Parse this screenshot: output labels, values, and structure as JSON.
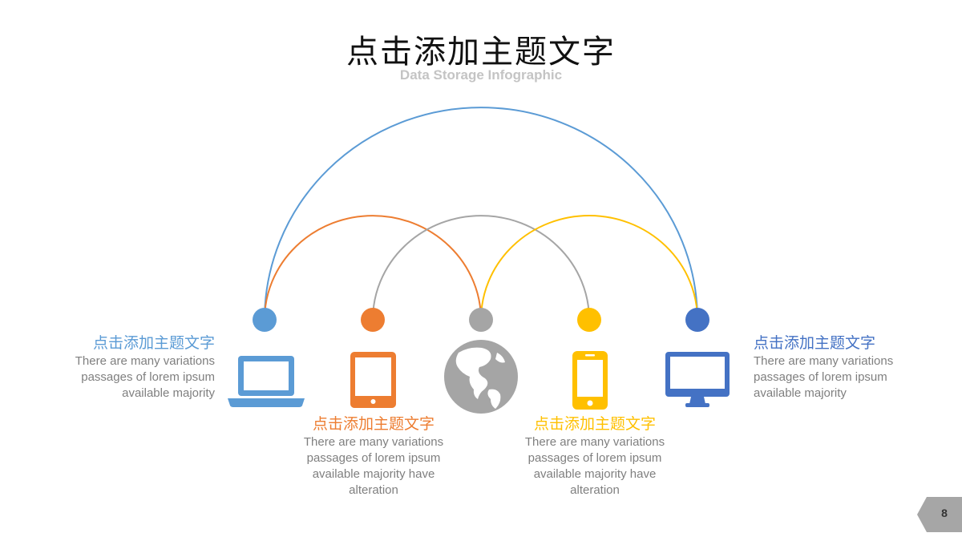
{
  "header": {
    "title": "点击添加主题文字",
    "subtitle": "Data Storage Infographic"
  },
  "colors": {
    "blue_light": "#5b9bd5",
    "orange": "#ed7d31",
    "gray": "#a5a5a5",
    "yellow": "#ffc000",
    "blue_dark": "#4472c4",
    "body_text": "#7f7f7f"
  },
  "nodes": [
    {
      "icon": "laptop-icon",
      "color": "#5b9bd5"
    },
    {
      "icon": "tablet-icon",
      "color": "#ed7d31"
    },
    {
      "icon": "globe-icon",
      "color": "#a5a5a5"
    },
    {
      "icon": "smartphone-icon",
      "color": "#ffc000"
    },
    {
      "icon": "monitor-icon",
      "color": "#4472c4"
    }
  ],
  "blocks": [
    {
      "heading": "点击添加主题文字",
      "lines": [
        "There are many variations",
        "passages of lorem ipsum",
        "available  majority"
      ]
    },
    {
      "heading": "点击添加主题文字",
      "lines": [
        "There are many variations",
        "passages of lorem ipsum",
        "available  majority have",
        "alteration"
      ]
    },
    {
      "heading": "点击添加主题文字",
      "lines": [
        "There are many variations",
        "passages of lorem ipsum",
        "available  majority have",
        "alteration"
      ]
    },
    {
      "heading": "点击添加主题文字",
      "lines": [
        "There are many variations",
        "passages of lorem ipsum",
        "available  majority"
      ]
    }
  ],
  "footer": {
    "page_number": "8"
  }
}
